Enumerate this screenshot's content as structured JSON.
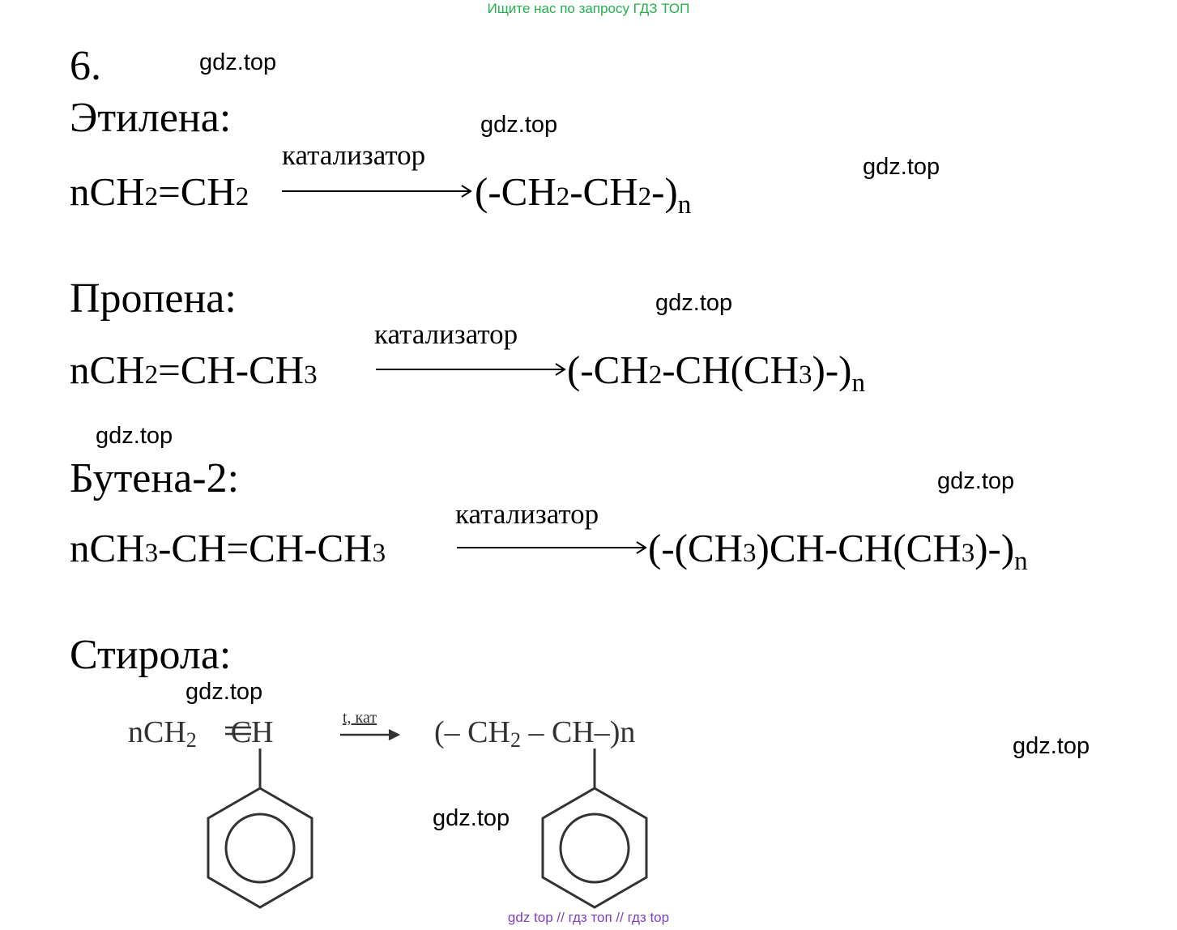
{
  "banner": {
    "text": "Ищите нас по запросу ГДЗ ТОП",
    "color": "#22b14c"
  },
  "task_number": "6.",
  "watermark": "gdz.top",
  "sections": {
    "ethylene": {
      "heading": "Этилена:",
      "catalyst": "катализатор",
      "reactant": [
        {
          "t": "nCH"
        },
        {
          "s": "2"
        },
        {
          "t": "=CH"
        },
        {
          "s": "2"
        }
      ],
      "product": [
        {
          "t": "(-CH"
        },
        {
          "s": "2"
        },
        {
          "t": "-CH"
        },
        {
          "s": "2"
        },
        {
          "t": "-)"
        },
        {
          "n": "n"
        }
      ]
    },
    "propene": {
      "heading": "Пропена:",
      "catalyst": "катализатор",
      "reactant": [
        {
          "t": "nCH"
        },
        {
          "s": "2"
        },
        {
          "t": "=CH-CH"
        },
        {
          "s": "3"
        }
      ],
      "product": [
        {
          "t": "(-CH"
        },
        {
          "s": "2"
        },
        {
          "t": "-CH(CH"
        },
        {
          "s": "3"
        },
        {
          "t": ")-)"
        },
        {
          "n": "n"
        }
      ]
    },
    "butene": {
      "heading": "Бутена-2:",
      "catalyst": "катализатор",
      "reactant": [
        {
          "t": "nCH"
        },
        {
          "s": "3"
        },
        {
          "t": "-CH=CH-CH"
        },
        {
          "s": "3"
        }
      ],
      "product": [
        {
          "t": "(-(CH"
        },
        {
          "s": "3"
        },
        {
          "t": ")CH-CH(CH"
        },
        {
          "s": "3"
        },
        {
          "t": ")-)"
        },
        {
          "n": "n"
        }
      ]
    },
    "styrene": {
      "heading": "Стирола:",
      "reactant": {
        "a": "nCH",
        "b": "2",
        "c": "CH"
      },
      "condition": "t, кат",
      "product": {
        "a": "(– CH",
        "b": "2",
        "c": " – CH–)n"
      }
    }
  },
  "footer": {
    "text": "gdz top  //  гдз топ  //  гдз top",
    "color": "#7f3fbf"
  }
}
